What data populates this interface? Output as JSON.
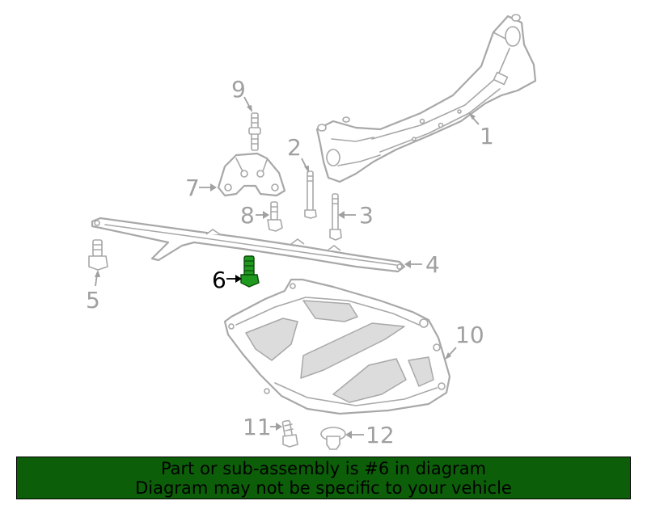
{
  "diagram": {
    "callouts": [
      "1",
      "2",
      "3",
      "4",
      "5",
      "6",
      "7",
      "8",
      "9",
      "10",
      "11",
      "12"
    ],
    "highlight_part": "6",
    "highlight_color": "#1f9a1f",
    "line_color": "#a8a8a8",
    "label_color": "#a0a0a0"
  },
  "banner": {
    "line1": "Part or sub-assembly is #6 in diagram",
    "line2": "Diagram may not be specific to your vehicle",
    "background": "#0d5e09"
  }
}
